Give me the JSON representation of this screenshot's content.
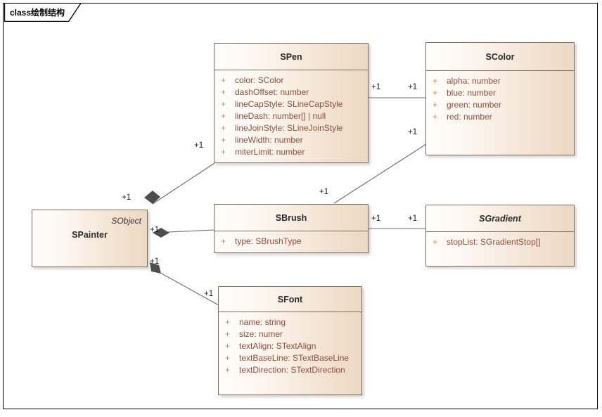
{
  "diagram": {
    "tab_label": "class绘制结构",
    "kind": "uml-class-diagram",
    "colors": {
      "box_border": "#7a6b60",
      "box_fill_light": "#fffdfb",
      "box_fill_dark": "#ecd9c4",
      "attribute_text": "#8c4f3d",
      "visibility_plus": "#cc8b4a",
      "title_text": "#2b2b2b",
      "connector": "#6b6b6b",
      "diamond": "#4d4d4d",
      "multiplicity_text": "#1a1a3a",
      "frame_border": "#000000"
    }
  },
  "classes": [
    {
      "id": "spen",
      "name": "SPen",
      "abstract": false,
      "stereotype": "",
      "attributes": [
        {
          "visibility": "+",
          "text": "color: SColor"
        },
        {
          "visibility": "+",
          "text": "dashOffset: number"
        },
        {
          "visibility": "+",
          "text": "lineCapStyle: SLineCapStyle"
        },
        {
          "visibility": "+",
          "text": "lineDash: number[] | null"
        },
        {
          "visibility": "+",
          "text": "lineJoinStyle: SLineJoinStyle"
        },
        {
          "visibility": "+",
          "text": "lineWidth: number"
        },
        {
          "visibility": "+",
          "text": "miterLimit: number"
        }
      ]
    },
    {
      "id": "scolor",
      "name": "SColor",
      "abstract": false,
      "stereotype": "",
      "attributes": [
        {
          "visibility": "+",
          "text": "alpha: number"
        },
        {
          "visibility": "+",
          "text": "blue: number"
        },
        {
          "visibility": "+",
          "text": "green: number"
        },
        {
          "visibility": "+",
          "text": "red: number"
        }
      ]
    },
    {
      "id": "spainter",
      "name": "SPainter",
      "abstract": false,
      "stereotype": "SObject",
      "attributes": []
    },
    {
      "id": "sbrush",
      "name": "SBrush",
      "abstract": false,
      "stereotype": "",
      "attributes": [
        {
          "visibility": "+",
          "text": "type: SBrushType"
        }
      ]
    },
    {
      "id": "sgradient",
      "name": "SGradient",
      "abstract": true,
      "stereotype": "",
      "attributes": [
        {
          "visibility": "+",
          "text": "stopList: SGradientStop[]"
        }
      ]
    },
    {
      "id": "sfont",
      "name": "SFont",
      "abstract": false,
      "stereotype": "",
      "attributes": [
        {
          "visibility": "+",
          "text": "name: string"
        },
        {
          "visibility": "+",
          "text": "size: numer"
        },
        {
          "visibility": "+",
          "text": "textAlign: STextAlign"
        },
        {
          "visibility": "+",
          "text": "textBaseLine: STextBaseLine"
        },
        {
          "visibility": "+",
          "text": "textDirection: STextDirection"
        }
      ]
    }
  ],
  "relations": [
    {
      "id": "spainter-spen",
      "from": "spainter",
      "to": "spen",
      "type": "composition",
      "from_mult": "+1",
      "to_mult": "+1"
    },
    {
      "id": "spainter-sbrush",
      "from": "spainter",
      "to": "sbrush",
      "type": "composition",
      "from_mult": "+1",
      "to_mult": ""
    },
    {
      "id": "spainter-sfont",
      "from": "spainter",
      "to": "sfont",
      "type": "composition",
      "from_mult": "+1",
      "to_mult": "+1"
    },
    {
      "id": "spen-scolor",
      "from": "spen",
      "to": "scolor",
      "type": "association",
      "from_mult": "+1",
      "to_mult": "+1"
    },
    {
      "id": "sbrush-scolor",
      "from": "sbrush",
      "to": "scolor",
      "type": "association",
      "from_mult": "+1",
      "to_mult": "+1"
    },
    {
      "id": "sbrush-sgradient",
      "from": "sbrush",
      "to": "sgradient",
      "type": "association",
      "from_mult": "+1",
      "to_mult": "+1"
    }
  ],
  "multiplicity_labels": [
    {
      "id": "m-spen-right",
      "value": "+1"
    },
    {
      "id": "m-scolor-left",
      "value": "+1"
    },
    {
      "id": "m-scolor-lower",
      "value": "+1"
    },
    {
      "id": "m-spen-lowerleft",
      "value": "+1"
    },
    {
      "id": "m-spainter-top",
      "value": "+1"
    },
    {
      "id": "m-spainter-right",
      "value": "+1"
    },
    {
      "id": "m-spainter-bottom",
      "value": "+1"
    },
    {
      "id": "m-sbrush-topleft",
      "value": "+1"
    },
    {
      "id": "m-sbrush-right",
      "value": "+1"
    },
    {
      "id": "m-sgradient-left",
      "value": "+1"
    },
    {
      "id": "m-sfont-topleft",
      "value": "+1"
    }
  ]
}
